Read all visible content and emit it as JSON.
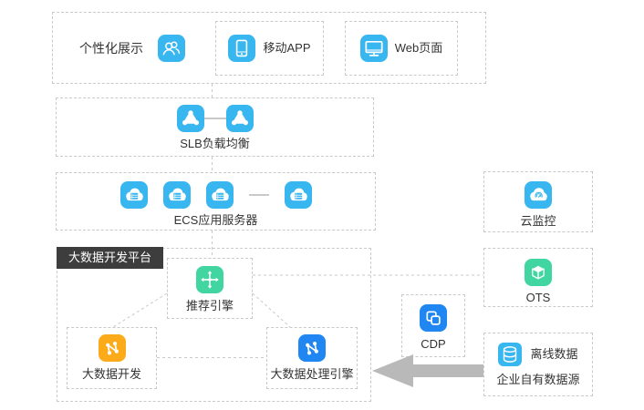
{
  "colors": {
    "cyan_icon": "#38b6f0",
    "green_icon": "#41d5a2",
    "orange_icon": "#fbab1a",
    "blue_icon": "#1f86f2",
    "chip_background": "#3d3d3d",
    "dashed_border": "#c9c9c9",
    "arrow_gray": "#b9b9b9",
    "text": "#333333"
  },
  "top_row": {
    "personalization": {
      "label": "个性化展示",
      "icon": "people-icon"
    },
    "mobile_app": {
      "label": "移动APP",
      "icon": "tablet-icon"
    },
    "web_page": {
      "label": "Web页面",
      "icon": "monitor-icon"
    }
  },
  "middle": {
    "slb": {
      "label": "SLB负载均衡",
      "icon": "load-balancer-icon"
    },
    "ecs": {
      "label": "ECS应用服务器",
      "icon": "cloud-server-icon"
    },
    "cloud_monitor": {
      "label": "云监控",
      "icon": "cloud-gauge-icon"
    }
  },
  "platform": {
    "title": "大数据开发平台",
    "recommend_engine": {
      "label": "推荐引擎",
      "icon": "move-arrows-icon"
    },
    "bigdata_dev": {
      "label": "大数据开发",
      "icon": "node-graph-icon"
    },
    "bigdata_engine": {
      "label": "大数据处理引擎",
      "icon": "node-graph-icon"
    }
  },
  "right_column": {
    "ots": {
      "label": "OTS",
      "icon": "cube-icon"
    },
    "cdp": {
      "label": "CDP",
      "icon": "overlap-squares-icon"
    },
    "offline_data": {
      "label": "离线数据",
      "sublabel": "企业自有数据源",
      "icon": "database-icon"
    }
  }
}
